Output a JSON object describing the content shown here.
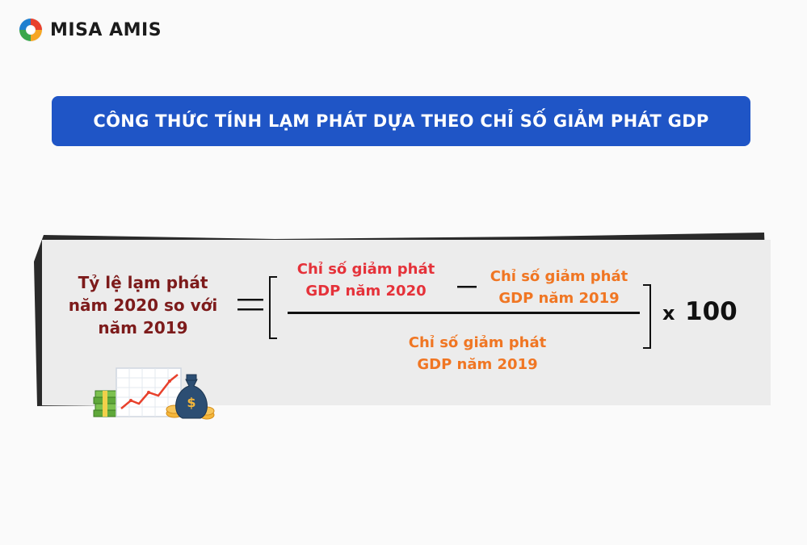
{
  "brand": {
    "name": "MISA AMIS"
  },
  "banner": {
    "title": "CÔNG THỨC TÍNH LẠM PHÁT DỰA THEO CHỈ SỐ GIẢM PHÁT GDP"
  },
  "formula": {
    "lhs": [
      "Tỷ lệ lạm phát",
      "năm 2020 so với",
      "năm 2019"
    ],
    "numerator_a": [
      "Chỉ số giảm phát",
      "GDP năm 2020"
    ],
    "numerator_b": [
      "Chỉ số giảm phát",
      "GDP năm 2019"
    ],
    "denominator": [
      "Chỉ số giảm phát",
      "GDP năm 2019"
    ],
    "times": "x",
    "multiplier": "100"
  },
  "colors": {
    "banner": "#1f55c6",
    "lhs_text": "#7d1b1b",
    "numerator_a_text": "#e5323a",
    "orange_text": "#f07623"
  },
  "icons": [
    "misa-logo-icon",
    "money-growth-chart-illustration"
  ]
}
